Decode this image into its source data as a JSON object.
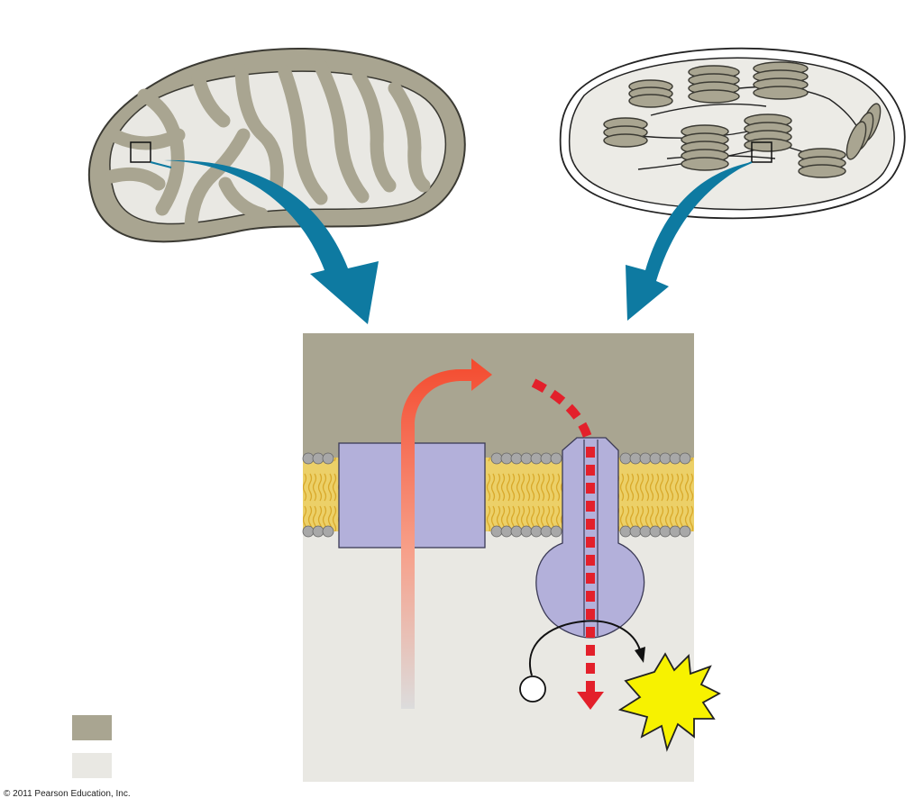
{
  "copyright": "© 2011 Pearson Education, Inc.",
  "colors": {
    "region_dark": "#a9a591",
    "region_light": "#e9e8e3",
    "membrane_tail": "#e6c24f",
    "phospholipid_head": "#a8a8a8",
    "protein": "#b3b0da",
    "proton_arrow": "#f44a2e",
    "dashed_arrow": "#e3202b",
    "chloroplast_stroma": "#ecebe6",
    "blue_arrow": "#0e7aa1",
    "atp_star": "#f7f200"
  },
  "legend": [
    {
      "swatch": "region_dark"
    },
    {
      "swatch": "region_light"
    }
  ]
}
